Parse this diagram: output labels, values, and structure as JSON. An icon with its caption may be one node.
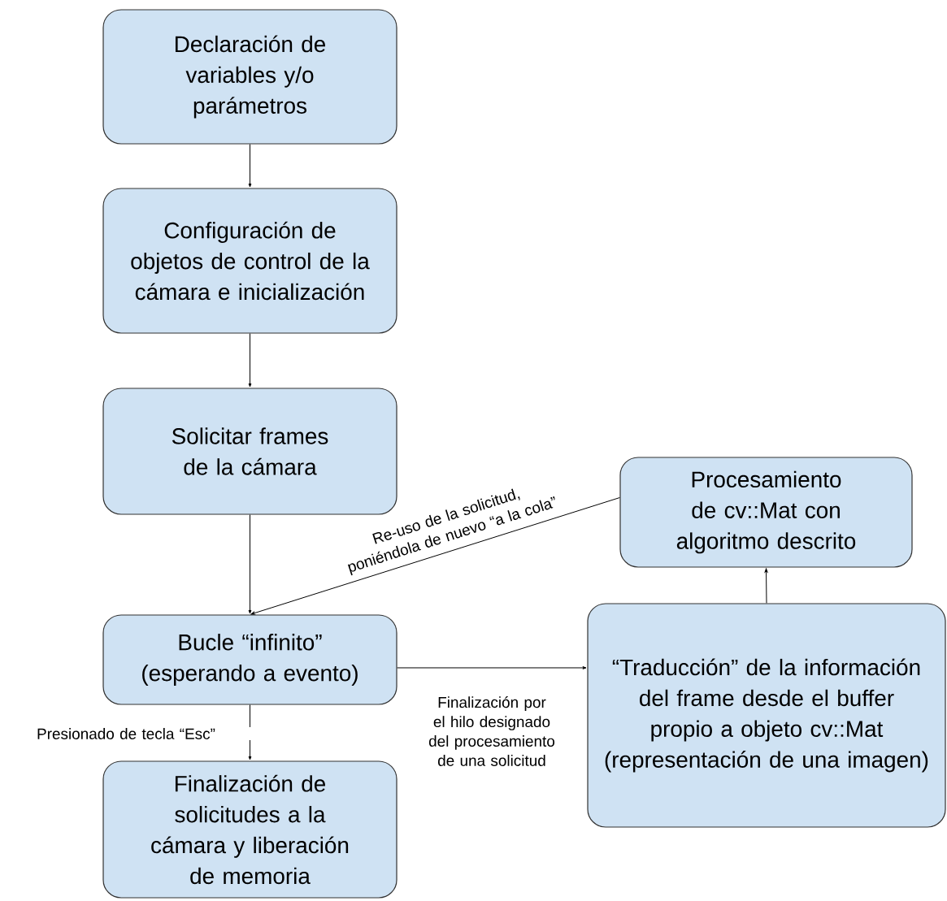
{
  "diagram": {
    "nodes": [
      {
        "text": [
          "Declaración de variables y/o parámetros"
        ]
      },
      {
        "text": [
          "Configuración de objetos de control de la cámara e inicialización"
        ]
      },
      {
        "text": [
          "Solicitar frames de la cámara"
        ]
      },
      {
        "text": [
          "Procesamiento de cv::Mat con algoritmo descrito"
        ]
      },
      {
        "text": [
          "Bucle “infinito” (esperando a evento)"
        ]
      },
      {
        "text": [
          "“Traducción” de la información del frame desde el buffer propio a objeto cv::Mat (representación de una imagen)"
        ]
      },
      {
        "text": [
          "Finalización de solicitudes a la cámara y liberación de memoria"
        ]
      }
    ],
    "edges": [
      {
        "from": 0,
        "to": 1,
        "arrow": "to"
      },
      {
        "from": 1,
        "to": 2,
        "arrow": "to"
      },
      {
        "from": 2,
        "to": 4,
        "arrow": "to"
      },
      {
        "from": 3,
        "to": 4,
        "arrow": "to",
        "label": "Re-uso de la solicitud, poniéndola de nuevo “a la cola”"
      },
      {
        "from": 4,
        "to": 5,
        "arrow": "to",
        "label": "Finalización por el hilo designado del procesamiento de una solicitud"
      },
      {
        "from": 4,
        "to": 6,
        "arrow": "to",
        "label": "Presionado de tecla “Esc”"
      },
      {
        "from": 5,
        "to": 3,
        "arrow": "to"
      }
    ]
  }
}
